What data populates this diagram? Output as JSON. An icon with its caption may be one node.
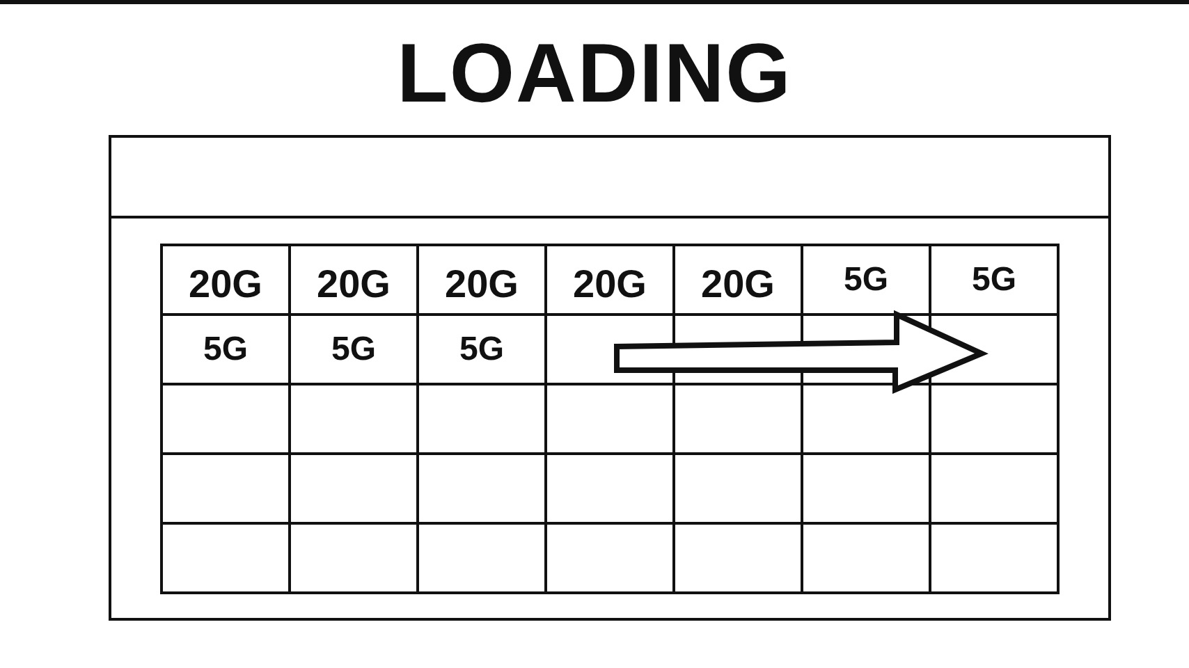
{
  "diagram": {
    "title": "LOADING",
    "labels": [
      "20G",
      "20G",
      "20G",
      "20G",
      "20G",
      "5G",
      "5G",
      "5G",
      "5G",
      "5G"
    ]
  }
}
